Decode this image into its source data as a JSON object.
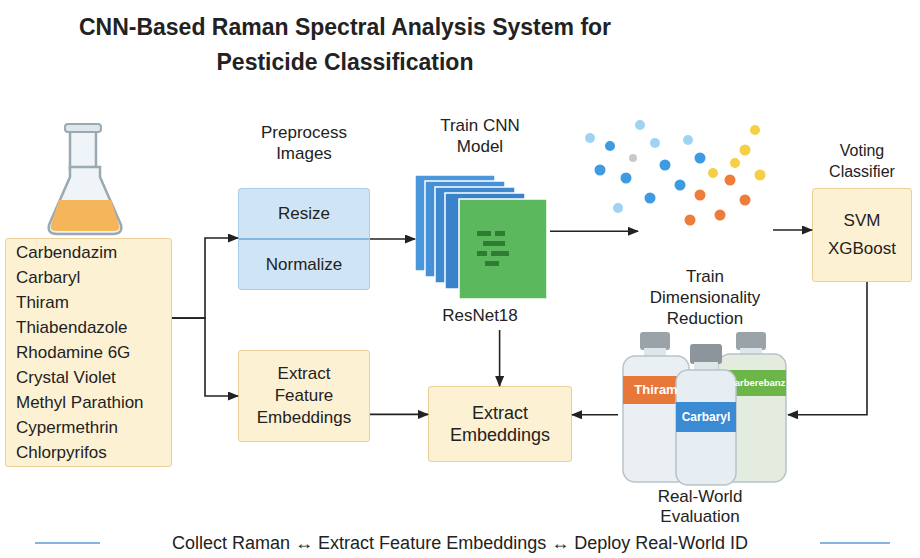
{
  "diagram": {
    "title": "CNN-Based Raman Spectral Analysis System for Pesticide Classification",
    "caption": "Collect Raman ↔ Extract Feature Embeddings ↔ Deploy Real-World ID",
    "nodes": [
      {
        "text": [
          "Carbendazim",
          "Carbaryl",
          "Thiram",
          "Thiabendazole",
          "Rhodamine 6G",
          "Crystal Violet",
          "Methyl Parathion",
          "Cypermethrin",
          "Chlorpyrifos"
        ]
      },
      {
        "text": [
          "Preprocess Images",
          "Resize",
          "Normalize"
        ]
      },
      {
        "text": [
          "Train CNN Model",
          "ResNet18"
        ]
      },
      {
        "text": [
          "Train Dimensionality Reduction"
        ]
      },
      {
        "text": [
          "Voting Classifier",
          "SVM",
          "XGBoost"
        ]
      },
      {
        "text": [
          "Extract Feature Embeddings"
        ]
      },
      {
        "text": [
          "Extract Embeddings"
        ]
      },
      {
        "text": [
          "Real-World Evaluation"
        ]
      }
    ],
    "edges": [
      {
        "from": 0,
        "to": 1,
        "arrow": "to"
      },
      {
        "from": 0,
        "to": 5,
        "arrow": "to"
      },
      {
        "from": 1,
        "to": 2,
        "arrow": "to"
      },
      {
        "from": 2,
        "to": 3,
        "arrow": "to"
      },
      {
        "from": 3,
        "to": 4,
        "arrow": "to"
      },
      {
        "from": 2,
        "to": 6,
        "arrow": "to"
      },
      {
        "from": 5,
        "to": 6,
        "arrow": "to"
      },
      {
        "from": 4,
        "to": 7,
        "arrow": "to"
      },
      {
        "from": 7,
        "to": 6,
        "arrow": "to"
      }
    ],
    "labels": [
      "Thiram",
      "Carbaryl",
      "arberebanz"
    ]
  }
}
